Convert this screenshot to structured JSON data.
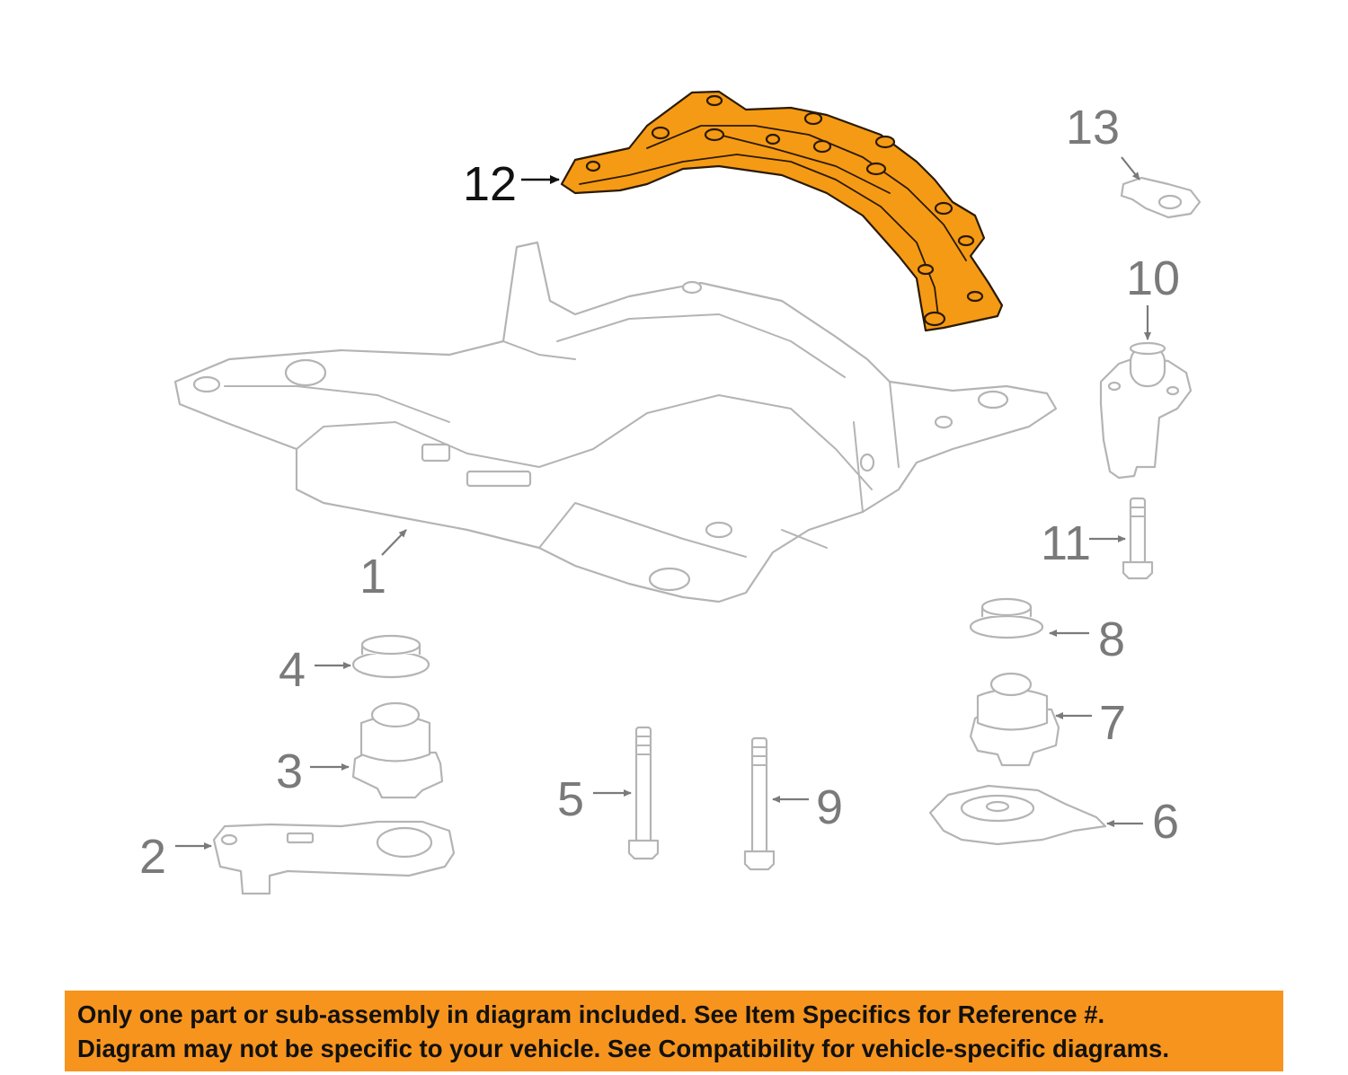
{
  "callouts": {
    "c1": "1",
    "c2": "2",
    "c3": "3",
    "c4": "4",
    "c5": "5",
    "c6": "6",
    "c7": "7",
    "c8": "8",
    "c9": "9",
    "c10": "10",
    "c11": "11",
    "c12": "12",
    "c13": "13"
  },
  "highlighted_part": "12",
  "colors": {
    "highlight": "#f59a14",
    "banner": "#f7941d",
    "line_art": "#b4b4b4",
    "callout_text": "#7a7a7a"
  },
  "disclaimer": {
    "line1": "Only one part or sub-assembly in diagram included. See Item Specifics for Reference #.",
    "line2": "Diagram may not be specific to your vehicle. See Compatibility for vehicle-specific diagrams."
  }
}
